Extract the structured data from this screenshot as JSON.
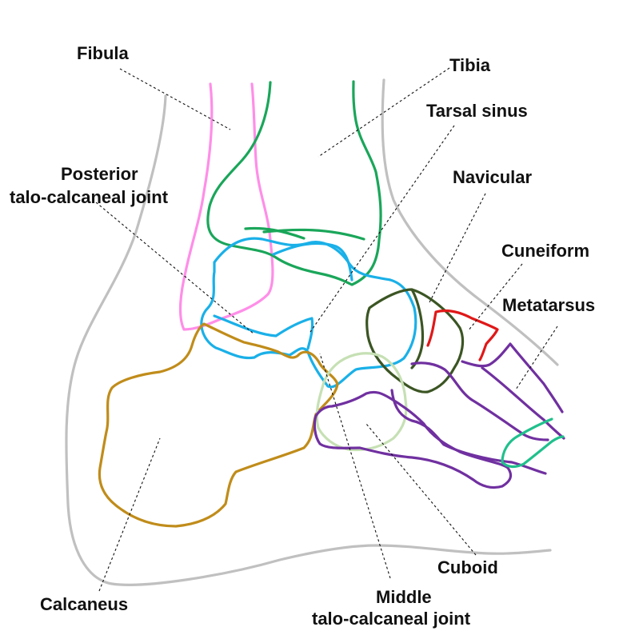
{
  "labels": {
    "fibula": "Fibula",
    "tibia": "Tibia",
    "tarsal_sinus": "Tarsal sinus",
    "navicular": "Navicular",
    "posterior_joint_line1": "Posterior",
    "posterior_joint_line2": "talo-calcaneal joint",
    "cuneiform": "Cuneiform",
    "metatarsus": "Metatarsus",
    "cuboid": "Cuboid",
    "calcaneus": "Calcaneus",
    "middle_joint_line1": "Middle",
    "middle_joint_line2": "talo-calcaneal joint"
  },
  "colors": {
    "skin_outline": "#c0c0c0",
    "fibula": "#ff8ee8",
    "tibia": "#1aa65a",
    "talus": "#1ab0e8",
    "calcaneus": "#c08c1a",
    "navicular": "#3b5523",
    "cuneiform": "#e01818",
    "metatarsus": "#7030a0",
    "cuboid": "#c6e0b4",
    "phalanges": "#20c08c",
    "leader": "#111111"
  }
}
